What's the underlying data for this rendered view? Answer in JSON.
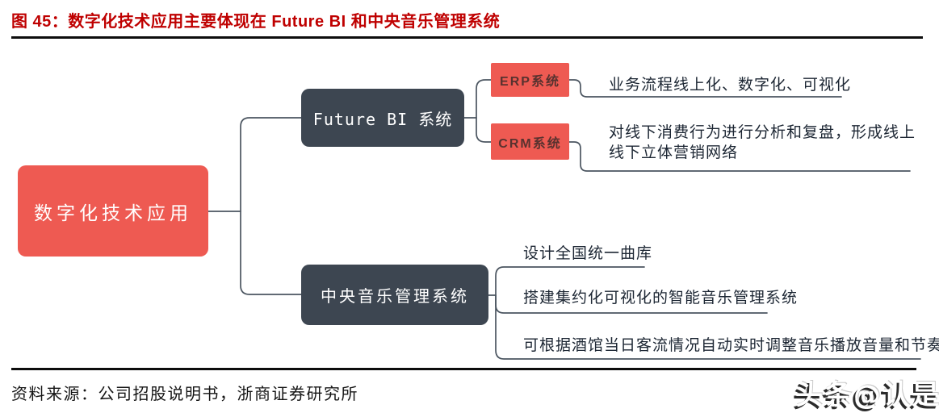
{
  "figure": {
    "title": "图 45：数字化技术应用主要体现在 Future BI 和中央音乐管理系统",
    "source_note": "资料来源：公司招股说明书，浙商证券研究所",
    "watermark": "头条@认是"
  },
  "colors": {
    "title_red": "#bf0000",
    "node_coral": "#ee5a52",
    "node_dark_slate": "#3d4651",
    "connector": "#4b5560",
    "text_dark": "#1c2633"
  },
  "diagram": {
    "root": {
      "label": "数字化技术应用"
    },
    "future_bi": {
      "label": "Future BI 系统",
      "erp": {
        "label": "ERP系统",
        "desc": "业务流程线上化、数字化、可视化"
      },
      "crm": {
        "label": "CRM系统",
        "desc_lines": [
          "对线下消费行为进行分析和复盘，形成线上",
          "线下立体营销网络"
        ]
      }
    },
    "music": {
      "label": "中央音乐管理系统",
      "branches": [
        "设计全国统一曲库",
        "搭建集约化可视化的智能音乐管理系统",
        "可根据酒馆当日客流情况自动实时调整音乐播放音量和节奏"
      ]
    }
  }
}
